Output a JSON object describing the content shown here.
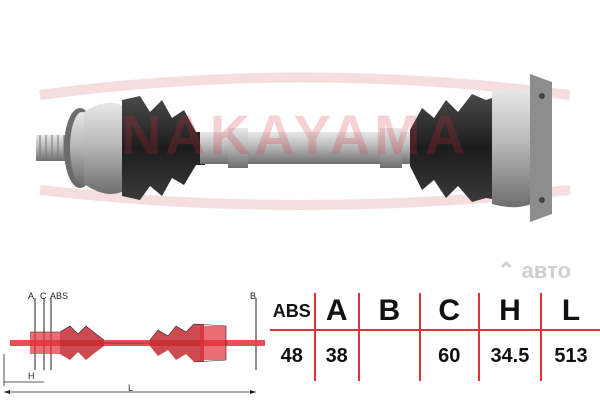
{
  "brand": {
    "logo_text": "NAKAYAMA"
  },
  "watermark": {
    "text": "⌃ авто"
  },
  "diagram": {
    "labels": {
      "a": "A",
      "c": "C",
      "abs": "ABS",
      "b": "B",
      "h": "H",
      "l": "L"
    }
  },
  "specs": {
    "headers": [
      "ABS",
      "A",
      "B",
      "C",
      "H",
      "L"
    ],
    "values": [
      "48",
      "38",
      "",
      "60",
      "34.5",
      "513"
    ]
  },
  "colors": {
    "accent": "#e0323a",
    "shaft": "#8a8a8a",
    "boot": "#2a2a2a"
  }
}
